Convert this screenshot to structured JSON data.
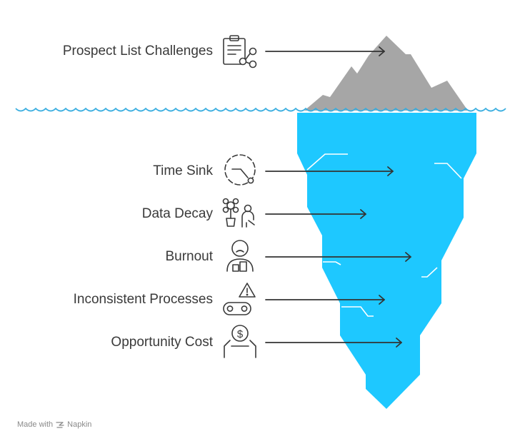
{
  "diagram": {
    "top_item": {
      "label": "Prospect List Challenges",
      "icon": "clipboard-share-icon"
    },
    "items": [
      {
        "label": "Time Sink",
        "icon": "clock-icon"
      },
      {
        "label": "Data Decay",
        "icon": "wilting-plant-person-icon"
      },
      {
        "label": "Burnout",
        "icon": "sad-person-icon"
      },
      {
        "label": "Inconsistent Processes",
        "icon": "warning-conveyor-icon"
      },
      {
        "label": "Opportunity Cost",
        "icon": "dollar-coin-slot-icon"
      }
    ]
  },
  "footer": {
    "prefix": "Made with",
    "brand": "Napkin",
    "brand_icon": "napkin-logo-icon"
  },
  "colors": {
    "iceberg_above": "#a6a6a6",
    "iceberg_below": "#1ec8ff",
    "water": "#3aaee0",
    "arrow": "#333333",
    "text": "#3a3a3a"
  }
}
